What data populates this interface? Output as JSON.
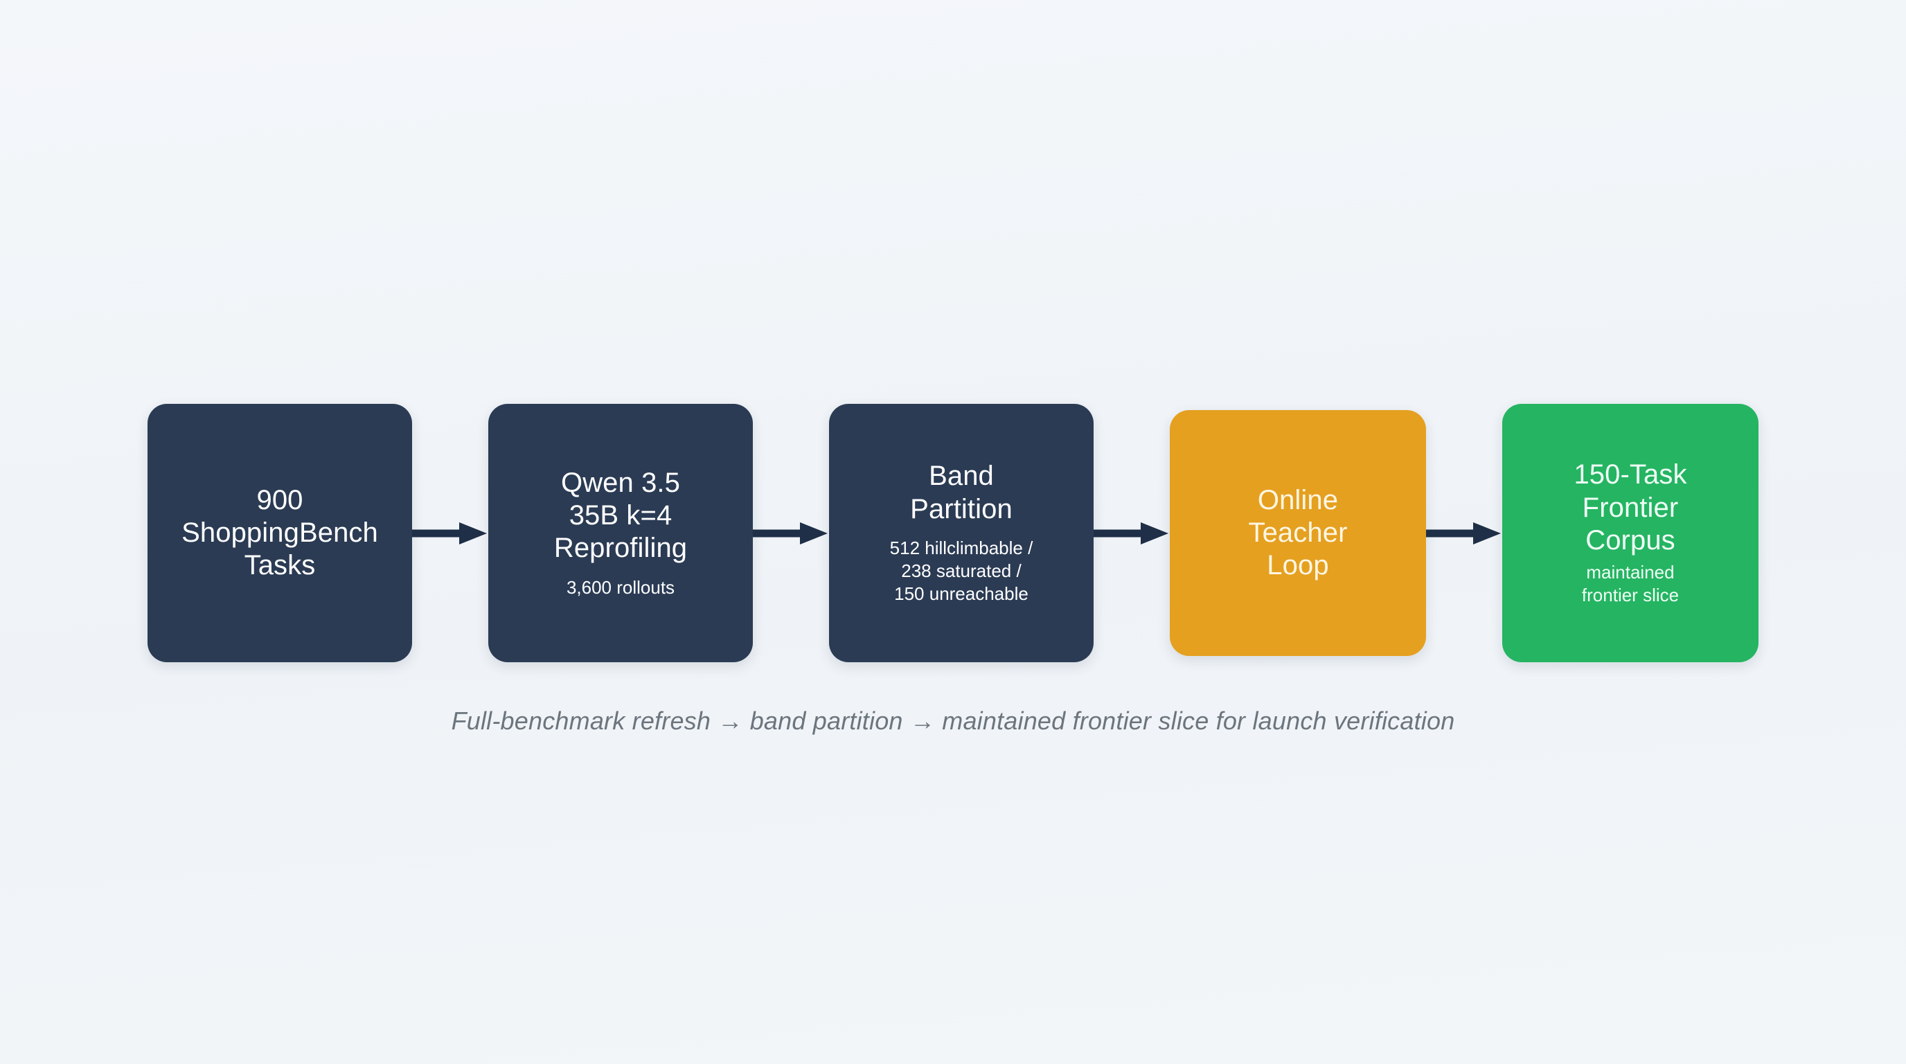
{
  "diagram": {
    "background_color": "#f2f5f8",
    "caption": "Full-benchmark refresh → band partition → maintained frontier slice for launch verification",
    "nodes": [
      {
        "id": "shoppingbench-tasks",
        "title": "900\nShoppingBench\nTasks",
        "subtitle": "",
        "color": "#2b3b54",
        "text_color": "#ffffff"
      },
      {
        "id": "qwen-reprofiling",
        "title": "Qwen 3.5\n35B k=4\nReprofiling",
        "subtitle": "3,600 rollouts",
        "color": "#2b3b54",
        "text_color": "#ffffff"
      },
      {
        "id": "band-partition",
        "title": "Band\nPartition",
        "subtitle": "512 hillclimbable /\n238 saturated /\n150 unreachable",
        "color": "#2b3b54",
        "text_color": "#ffffff"
      },
      {
        "id": "online-teacher-loop",
        "title": "Online\nTeacher\nLoop",
        "subtitle": "",
        "color": "#e5a020",
        "text_color": "#fdf6e3"
      },
      {
        "id": "frontier-corpus",
        "title": "150-Task\nFrontier\nCorpus",
        "subtitle": "maintained\nfrontier slice",
        "color": "#25b462",
        "text_color": "#f0fff6"
      }
    ],
    "connectors": [
      {
        "id": "arrow-1",
        "from": "shoppingbench-tasks",
        "to": "qwen-reprofiling",
        "color": "#1f2f47"
      },
      {
        "id": "arrow-2",
        "from": "qwen-reprofiling",
        "to": "band-partition",
        "color": "#1f2f47"
      },
      {
        "id": "arrow-3",
        "from": "band-partition",
        "to": "online-teacher-loop",
        "color": "#1f2f47"
      },
      {
        "id": "arrow-4",
        "from": "online-teacher-loop",
        "to": "frontier-corpus",
        "color": "#1f2f47"
      }
    ]
  }
}
